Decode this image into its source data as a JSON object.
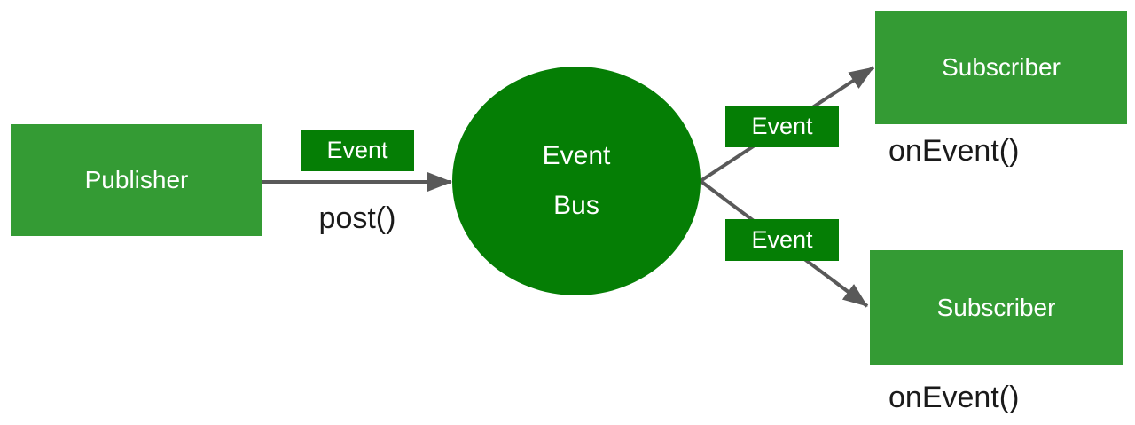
{
  "colors": {
    "node_green": "#349b34",
    "accent_green": "#057e05",
    "connector_gray": "#595959",
    "label_white": "#ffffff",
    "label_black": "#1a1a1a",
    "background": "#ffffff"
  },
  "diagram": {
    "publisher": {
      "label": "Publisher"
    },
    "event_bus": {
      "lines": [
        "Event",
        "Bus"
      ]
    },
    "subscribers": [
      {
        "label": "Subscriber",
        "callback": "onEvent()"
      },
      {
        "label": "Subscriber",
        "callback": "onEvent()"
      }
    ],
    "publish_edge": {
      "badge": "Event",
      "method": "post()"
    },
    "deliver_edges": [
      {
        "badge": "Event"
      },
      {
        "badge": "Event"
      }
    ]
  }
}
